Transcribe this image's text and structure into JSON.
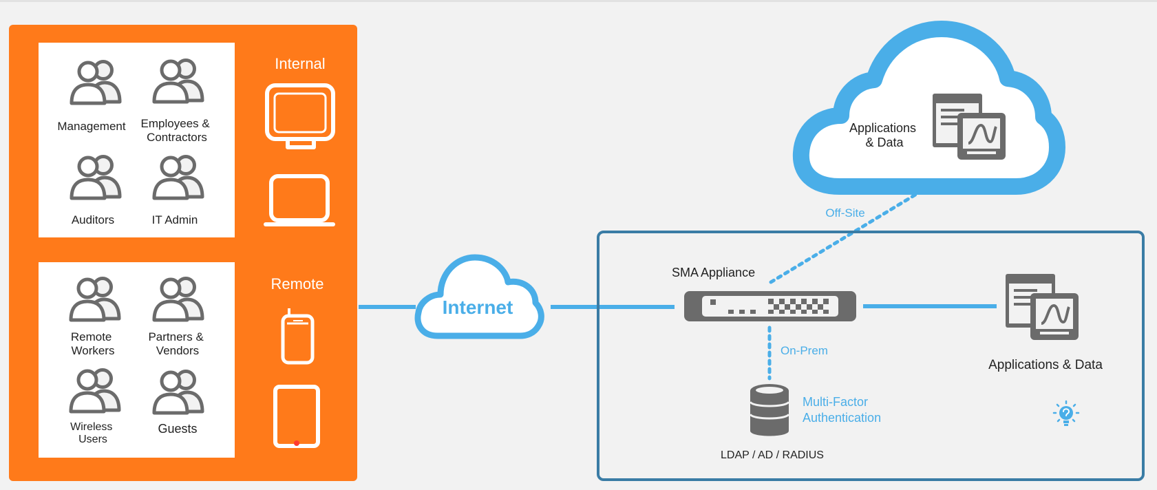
{
  "colors": {
    "orange": "#ff7a1a",
    "blue": "#4aaee8",
    "darkBlue": "#3a7ca5",
    "gray": "#6b6b6b",
    "white": "#ffffff",
    "background": "#f2f2f2"
  },
  "users_panel": {
    "internal_group": {
      "users": [
        {
          "label": [
            "Management"
          ],
          "icon": "user-group-icon"
        },
        {
          "label": [
            "Employees &",
            "Contractors"
          ],
          "icon": "user-group-icon"
        },
        {
          "label": [
            "Auditors"
          ],
          "icon": "user-group-icon"
        },
        {
          "label": [
            "IT Admin"
          ],
          "icon": "user-group-icon"
        }
      ]
    },
    "remote_group": {
      "users": [
        {
          "label": [
            "Remote",
            "Workers"
          ],
          "icon": "user-group-icon"
        },
        {
          "label": [
            "Partners &",
            "Vendors"
          ],
          "icon": "user-group-icon"
        },
        {
          "label": [
            "Wireless",
            "Users"
          ],
          "icon": "user-group-icon"
        },
        {
          "label": [
            "Guests"
          ],
          "icon": "user-group-icon"
        }
      ]
    },
    "internal_label": "Internal",
    "remote_label": "Remote",
    "internal_devices": [
      "monitor-icon",
      "laptop-icon"
    ],
    "remote_devices": [
      "phone-icon",
      "tablet-icon"
    ]
  },
  "internet": {
    "label": "Internet",
    "icon": "cloud-icon"
  },
  "cloud": {
    "label": [
      "Applications",
      "& Data"
    ],
    "icon": "applications-data-icon"
  },
  "links": {
    "offsite": "Off-Site",
    "onprem": "On-Prem"
  },
  "datacenter": {
    "appliance_label": "SMA Appliance",
    "apps_label": "Applications & Data",
    "mfa_label": [
      "Multi-Factor",
      "Authentication"
    ],
    "ldap_label": "LDAP / AD / RADIUS",
    "icons": [
      "appliance-icon",
      "database-icon",
      "lightbulb-icon"
    ]
  }
}
